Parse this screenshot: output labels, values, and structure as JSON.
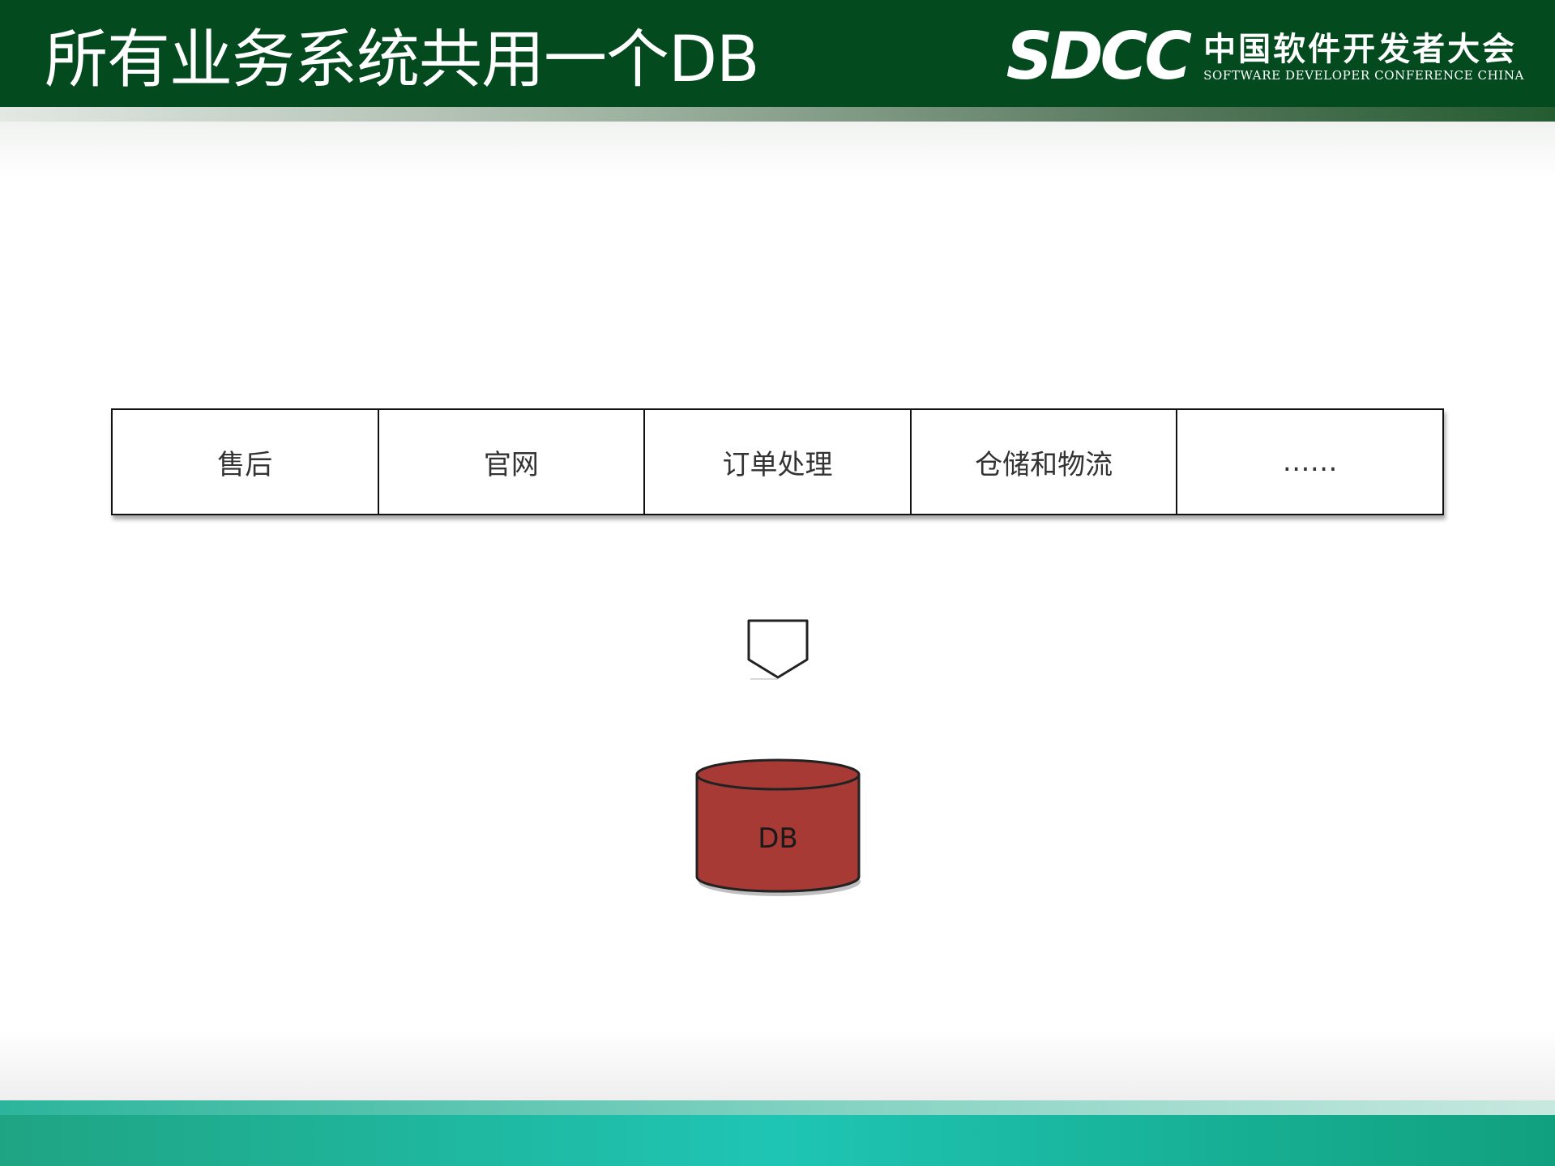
{
  "slide": {
    "title": "所有业务系统共用一个DB"
  },
  "logo": {
    "mark": "SDCC",
    "chinese": "中国软件开发者大会",
    "english": "SOFTWARE DEVELOPER CONFERENCE CHINA"
  },
  "diagram": {
    "systems": [
      "售后",
      "官网",
      "订单处理",
      "仓储和物流",
      "……"
    ],
    "database": {
      "label": "DB",
      "color": "#a83a35"
    }
  },
  "colors": {
    "header": "#034a1f",
    "footer": "#1fc5b4",
    "db_fill": "#a83a35"
  }
}
